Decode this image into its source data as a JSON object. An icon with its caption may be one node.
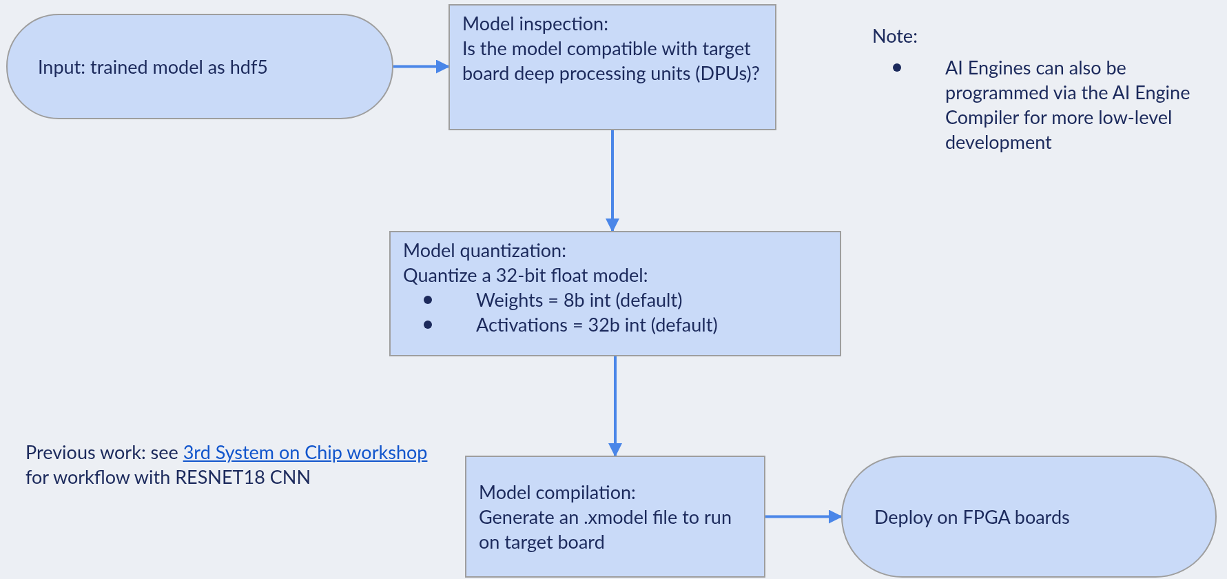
{
  "diagram": {
    "nodes": [
      {
        "text": [
          "Input: trained model as hdf5"
        ]
      },
      {
        "text": [
          "Model inspection:",
          "Is the model compatible with target board deep processing units (DPUs)?"
        ]
      },
      {
        "text": [
          "Model quantization:",
          "Quantize a 32-bit float model:",
          "Weights = 8b int (default)",
          "Activations = 32b int (default)"
        ]
      },
      {
        "text": [
          "Model compilation:",
          "Generate an .xmodel file to run on target board"
        ]
      },
      {
        "text": [
          "Deploy on FPGA boards"
        ]
      }
    ],
    "edges": [
      {
        "from": 0,
        "to": 1,
        "arrow": "to"
      },
      {
        "from": 1,
        "to": 2,
        "arrow": "to"
      },
      {
        "from": 2,
        "to": 3,
        "arrow": "to"
      },
      {
        "from": 3,
        "to": 4,
        "arrow": "to"
      }
    ],
    "labels": [
      "Note:",
      "AI Engines can also be programmed via the AI Engine Compiler for more low-level development",
      "Previous work: see",
      "3rd System on Chip workshop",
      "for workflow with RESNET18 CNN"
    ]
  }
}
